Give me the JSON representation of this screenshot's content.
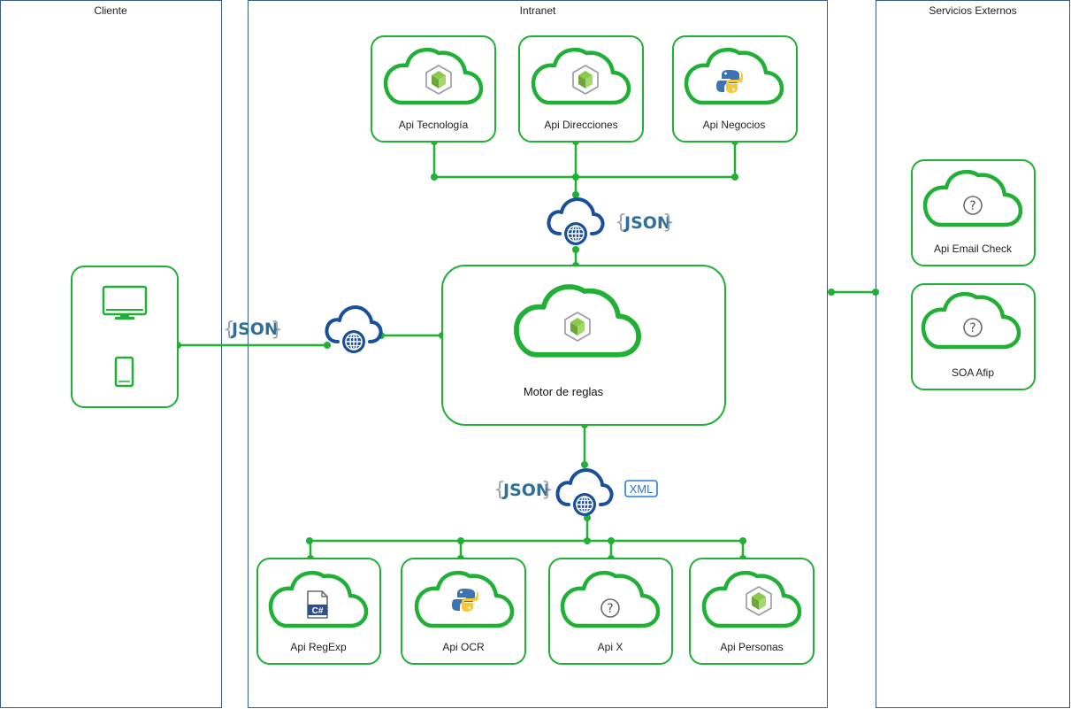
{
  "lanes": {
    "client": "Cliente",
    "intranet": "Intranet",
    "external": "Servicios Externos"
  },
  "apis_top": [
    {
      "label": "Api Tecnología",
      "icon": "node-cube-icon"
    },
    {
      "label": "Api Direcciones",
      "icon": "node-cube-icon"
    },
    {
      "label": "Api Negocios",
      "icon": "python-icon"
    }
  ],
  "engine": {
    "label": "Motor de reglas",
    "icon": "node-cube-icon"
  },
  "apis_bottom": [
    {
      "label": "Api RegExp",
      "icon": "csharp-file-icon"
    },
    {
      "label": "Api OCR",
      "icon": "python-icon"
    },
    {
      "label": "Api X",
      "icon": "question-icon"
    },
    {
      "label": "Api Personas",
      "icon": "node-cube-icon"
    }
  ],
  "external_apis": [
    {
      "label": "Api Email Check",
      "icon": "question-icon"
    },
    {
      "label": "SOA Afip",
      "icon": "question-icon"
    }
  ],
  "badges": {
    "json": "JSON",
    "xml": "XML",
    "brace_open": "{",
    "brace_close": "}",
    "csharp": "C#"
  },
  "colors": {
    "green": "#1fb035",
    "blue": "#1a4f9c",
    "json": "#2f6f9a",
    "xml": "#2b7bd6"
  }
}
